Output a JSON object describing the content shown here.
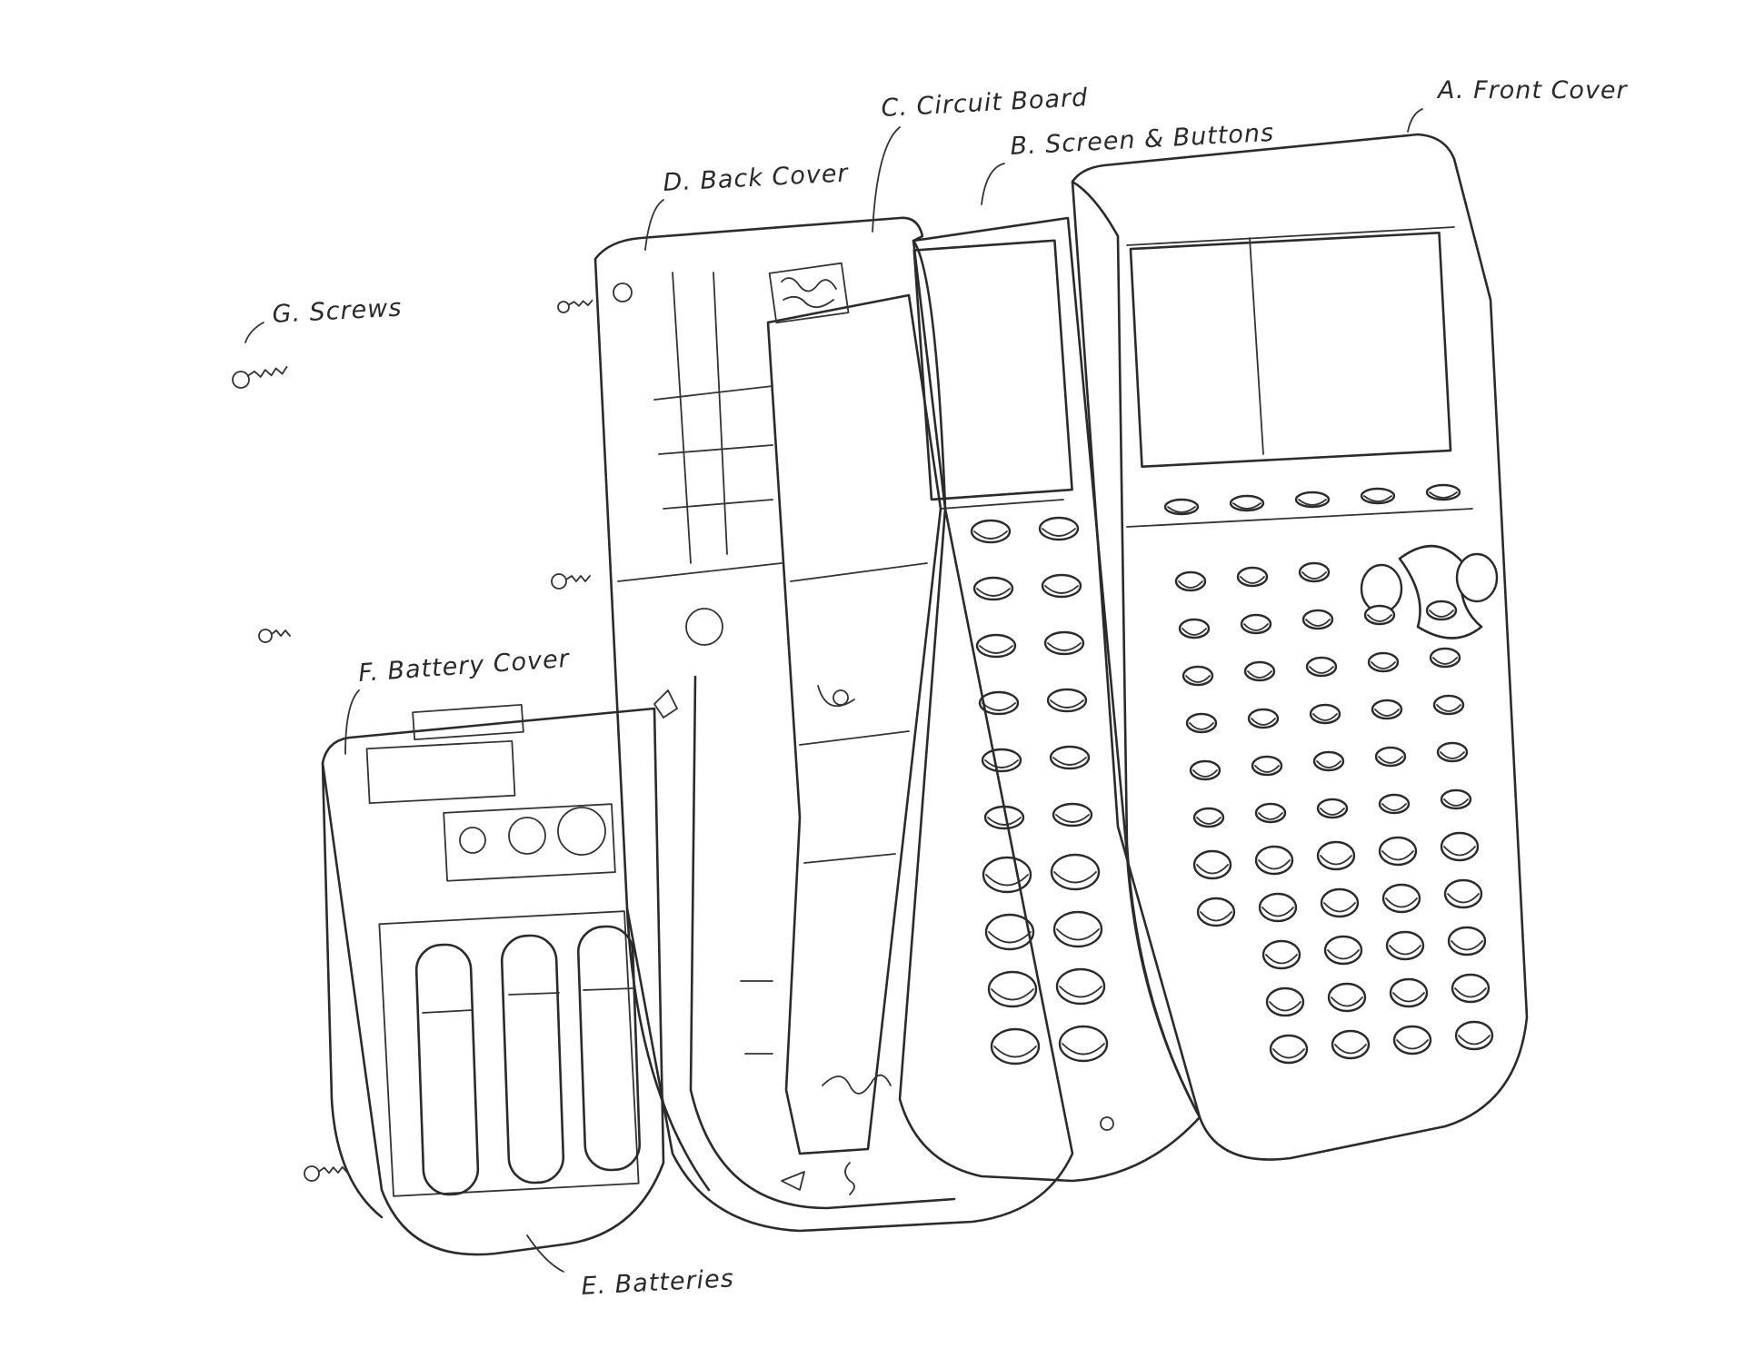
{
  "labels": {
    "a": "A. Front Cover",
    "b": "B. Screen & Buttons",
    "c": "C. Circuit Board",
    "d": "D. Back Cover",
    "e": "E. Batteries",
    "f": "F. Battery Cover",
    "g": "G. Screws"
  },
  "colors": {
    "ink": "#2b2b2b",
    "paper": "#ffffff"
  }
}
